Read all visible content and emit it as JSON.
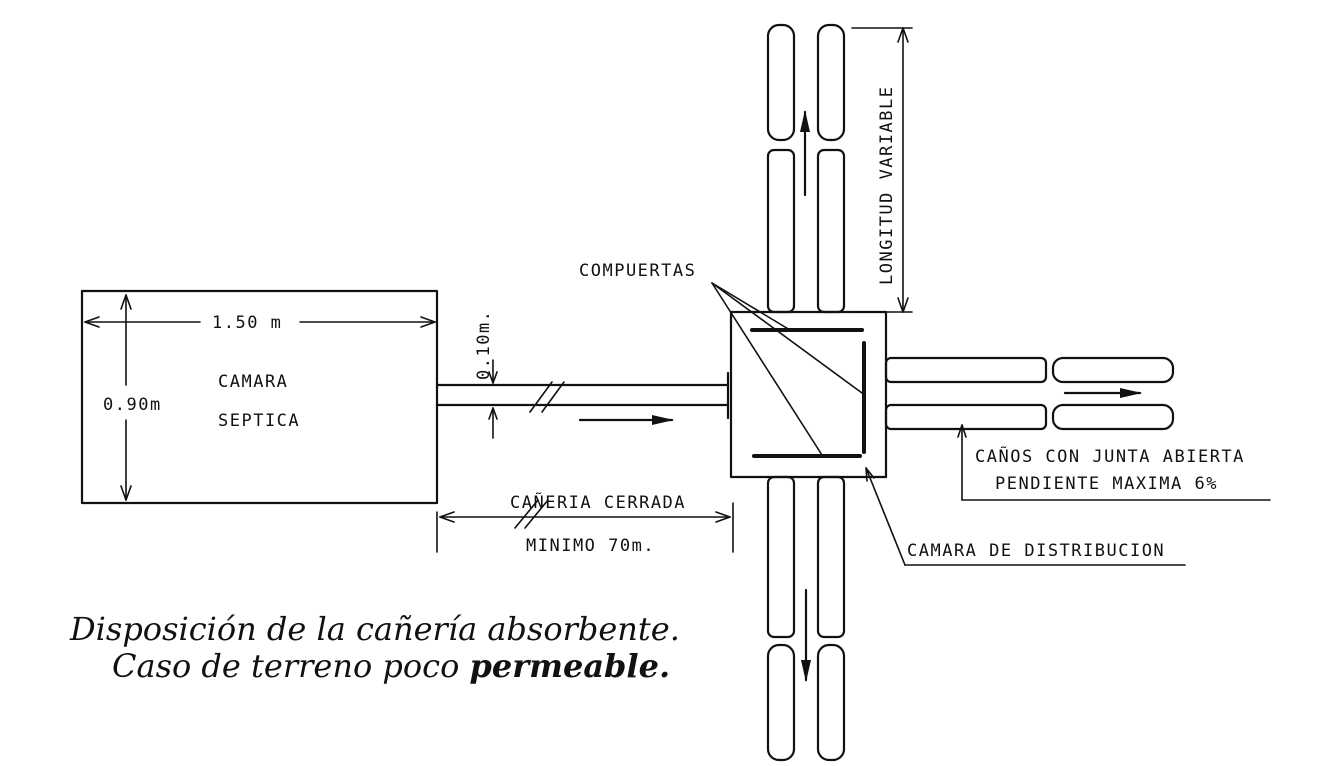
{
  "labels": {
    "longitud": "LONGITUD VARIABLE",
    "compuertas": "COMPUERTAS",
    "dim_width": "1.50 m",
    "dim_height": "0.90m",
    "camara_1": "CAMARA",
    "camara_2": "SEPTICA",
    "pipe_dia": "0.10m.",
    "caneria_1": "CAÑERIA CERRADA",
    "caneria_2": "MINIMO 70m.",
    "canos_1": "CAÑOS CON JUNTA ABIERTA",
    "canos_2": "PENDIENTE MAXIMA 6%",
    "distribucion": "CAMARA DE DISTRIBUCION"
  },
  "caption": {
    "line1": "Disposición de la cañería absorbente.",
    "line2a": "Caso de terreno poco",
    "line2b": "permeable."
  },
  "colors": {
    "ink": "#111111",
    "paper": "#ffffff"
  }
}
